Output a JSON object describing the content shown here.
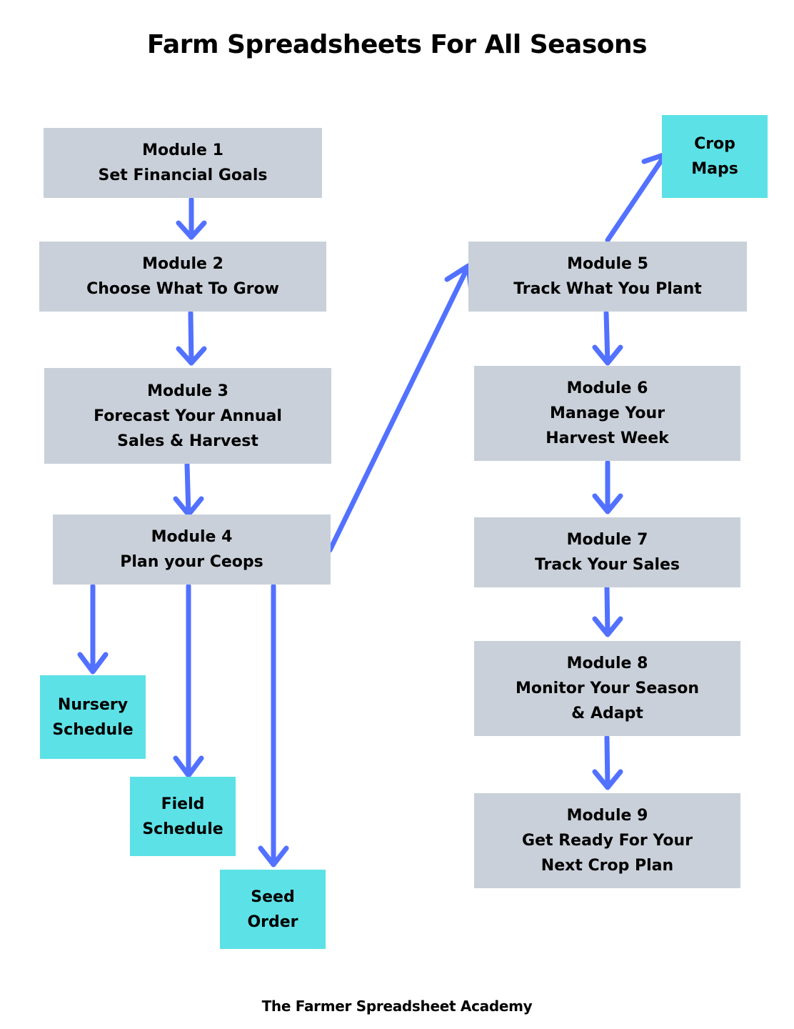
{
  "title": "Farm Spreadsheets For All Seasons",
  "footer": "The Farmer Spreadsheet Academy",
  "colors": {
    "module_box": "#c9d0d9",
    "output_box": "#5ce1e6",
    "arrow": "#5271ff",
    "text": "#000000"
  },
  "modules": [
    {
      "heading": "Module 1",
      "lines": [
        "Set Financial Goals"
      ]
    },
    {
      "heading": "Module 2",
      "lines": [
        "Choose What To Grow"
      ]
    },
    {
      "heading": "Module 3",
      "lines": [
        "Forecast Your Annual",
        "Sales & Harvest"
      ]
    },
    {
      "heading": "Module 4",
      "lines": [
        "Plan your Ceops"
      ]
    },
    {
      "heading": "Module 5",
      "lines": [
        "Track What You Plant"
      ]
    },
    {
      "heading": "Module 6",
      "lines": [
        "Manage Your",
        "Harvest Week"
      ]
    },
    {
      "heading": "Module 7",
      "lines": [
        "Track Your Sales"
      ]
    },
    {
      "heading": "Module 8",
      "lines": [
        "Monitor Your Season",
        "& Adapt"
      ]
    },
    {
      "heading": "Module 9",
      "lines": [
        "Get Ready For Your",
        "Next Crop Plan"
      ]
    }
  ],
  "outputs": [
    {
      "lines": [
        "Nursery",
        "Schedule"
      ],
      "from": "Module 4"
    },
    {
      "lines": [
        "Field",
        "Schedule"
      ],
      "from": "Module 4"
    },
    {
      "lines": [
        "Seed",
        "Order"
      ],
      "from": "Module 4"
    },
    {
      "lines": [
        "Crop",
        "Maps"
      ],
      "from": "Module 5"
    }
  ],
  "connections": [
    {
      "from": "Module 1",
      "to": "Module 2"
    },
    {
      "from": "Module 2",
      "to": "Module 3"
    },
    {
      "from": "Module 3",
      "to": "Module 4"
    },
    {
      "from": "Module 4",
      "to": "Module 5"
    },
    {
      "from": "Module 4",
      "to": "Nursery Schedule"
    },
    {
      "from": "Module 4",
      "to": "Field Schedule"
    },
    {
      "from": "Module 4",
      "to": "Seed Order"
    },
    {
      "from": "Module 5",
      "to": "Crop Maps"
    },
    {
      "from": "Module 5",
      "to": "Module 6"
    },
    {
      "from": "Module 6",
      "to": "Module 7"
    },
    {
      "from": "Module 7",
      "to": "Module 8"
    },
    {
      "from": "Module 8",
      "to": "Module 9"
    }
  ]
}
